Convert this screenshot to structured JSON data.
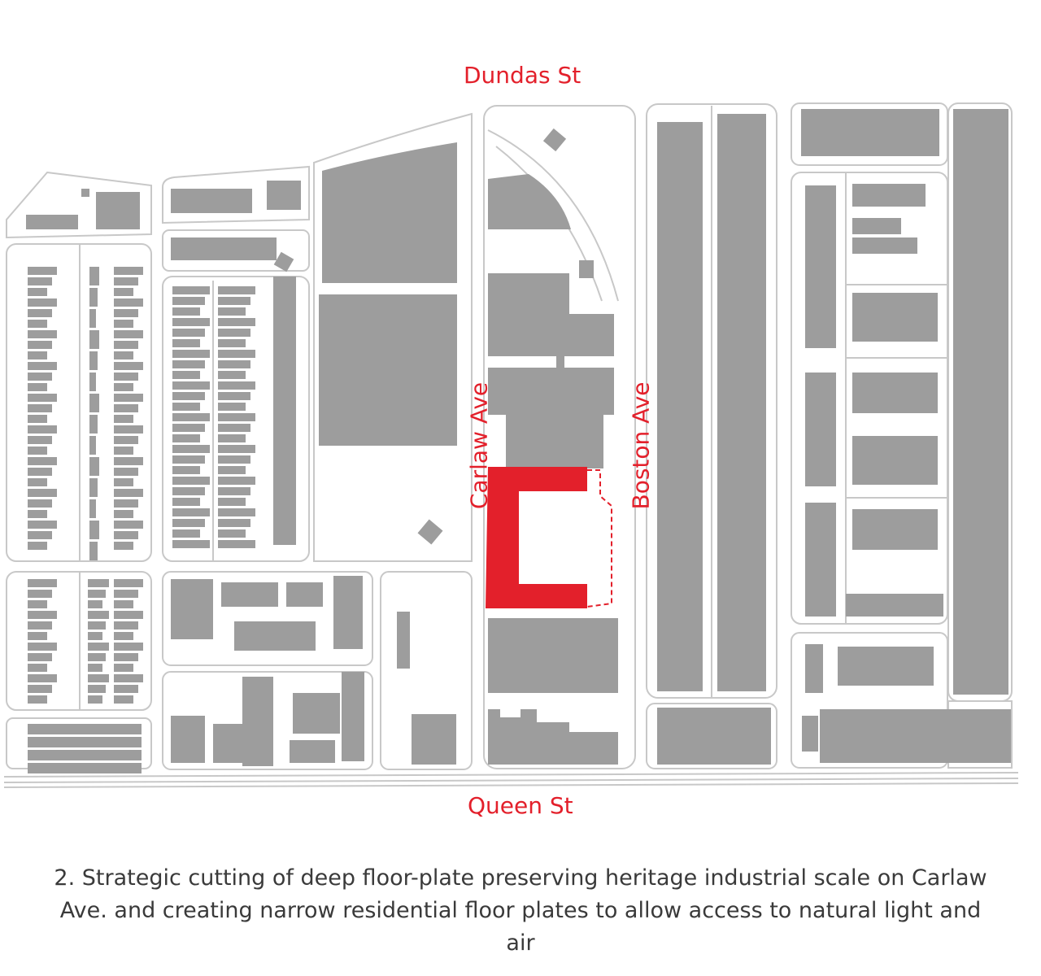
{
  "streets": {
    "north": "Dundas St",
    "south": "Queen St",
    "west_vertical": "Carlaw Ave",
    "east_vertical": "Boston Ave"
  },
  "caption": "2. Strategic cutting of deep floor-plate preserving heritage industrial scale on Carlaw Ave. and creating narrow residential floor plates to allow access to natural light and air",
  "colors": {
    "accent": "#e3202b",
    "building": "#9d9d9d",
    "block_outline": "#c8c8c8",
    "caption_text": "#3a3a3a"
  }
}
